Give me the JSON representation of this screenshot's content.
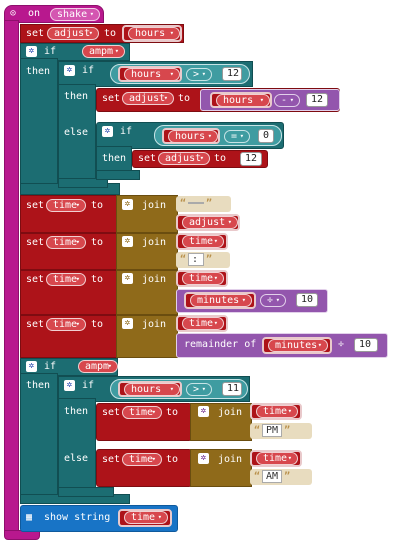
{
  "event": {
    "label": "on",
    "gesture": "shake"
  },
  "s1": {
    "set": "set",
    "var": "adjust",
    "to": "to",
    "val": "hours"
  },
  "if1": {
    "if": "if",
    "then": "then",
    "cond": "ampm"
  },
  "if2": {
    "if": "if",
    "then": "then",
    "else": "else",
    "var": "hours",
    "op": ">",
    "num": "12"
  },
  "then2": {
    "set": "set",
    "var": "adjust",
    "to": "to",
    "a": "hours",
    "op": "-",
    "num": "12"
  },
  "if3": {
    "if": "if",
    "then": "then",
    "var": "hours",
    "op": "=",
    "num": "0",
    "set": "set",
    "svar": "adjust",
    "to": "to",
    "snum": "12"
  },
  "j1": {
    "set": "set",
    "var": "time",
    "to": "to",
    "join": "join",
    "str": "",
    "arg": "adjust"
  },
  "j2": {
    "set": "set",
    "var": "time",
    "to": "to",
    "join": "join",
    "arg": "time",
    "str": ":"
  },
  "j3": {
    "set": "set",
    "var": "time",
    "to": "to",
    "join": "join",
    "arg": "time",
    "a": "minutes",
    "op": "÷",
    "num": "10"
  },
  "j4": {
    "set": "set",
    "var": "time",
    "to": "to",
    "join": "join",
    "arg": "time",
    "rem": "remainder of",
    "a": "minutes",
    "op": "÷",
    "num": "10"
  },
  "if4": {
    "if": "if",
    "then": "then",
    "cond": "ampm"
  },
  "if5": {
    "if": "if",
    "then": "then",
    "else": "else",
    "var": "hours",
    "op": ">",
    "num": "11"
  },
  "pm": {
    "set": "set",
    "var": "time",
    "to": "to",
    "join": "join",
    "arg": "time",
    "str": "PM"
  },
  "am": {
    "set": "set",
    "var": "time",
    "to": "to",
    "join": "join",
    "arg": "time",
    "str": "AM"
  },
  "show": {
    "label": "show string",
    "arg": "time"
  }
}
